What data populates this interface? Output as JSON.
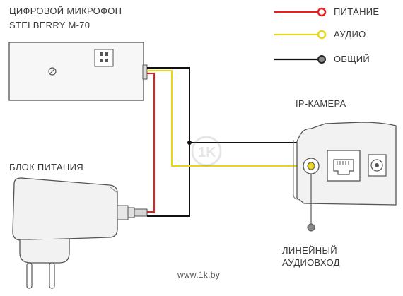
{
  "microphone": {
    "title_line1": "ЦИФРОВОЙ МИКРОФОН",
    "title_line2": "STELBERRY M-70"
  },
  "power_supply": {
    "title": "БЛОК ПИТАНИЯ"
  },
  "camera": {
    "title": "IP-КАМЕРА"
  },
  "line_input": {
    "line1": "ЛИНЕЙНЫЙ",
    "line2": "АУДИОВХОД"
  },
  "legend": [
    {
      "label": "ПИТАНИЕ",
      "color": "#e8201c"
    },
    {
      "label": "АУДИО",
      "color": "#e8d61a"
    },
    {
      "label": "ОБЩИЙ",
      "color": "#111111"
    }
  ],
  "footer": {
    "site": "www.1k.by"
  },
  "watermark": {
    "text": "1K"
  }
}
